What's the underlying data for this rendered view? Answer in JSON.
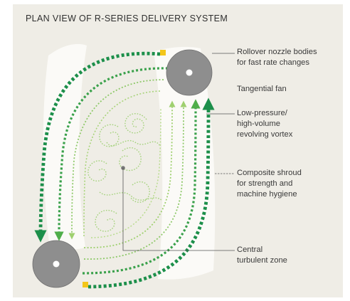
{
  "title": "PLAN VIEW OF R-SERIES DELIVERY SYSTEM",
  "colors": {
    "panel_background": "#efede6",
    "shroud": "#fbfaf7",
    "flow_dark_green": "#1c8f4a",
    "flow_mid_green": "#4fae4a",
    "flow_light_green": "#9fd06f",
    "nozzle_yellow": "#f3c61a",
    "fan_grey": "#8e8e8e",
    "leader_line": "#555555"
  },
  "icons": {
    "fan": "grey-disc-with-white-hub",
    "nozzle": "yellow-square",
    "vortex": "green-dotted-spirals",
    "arrow": "green-arrowhead"
  },
  "callouts": {
    "nozzle": [
      "Rollover nozzle bodies",
      "for fast rate changes"
    ],
    "fan": [
      "Tangential fan"
    ],
    "vortex": [
      "Low-pressure/",
      "high-volume",
      "revolving vortex"
    ],
    "shroud": [
      "Composite shroud",
      "for strength and",
      "machine hygiene"
    ],
    "turbulent": [
      "Central",
      "turbulent zone"
    ]
  }
}
